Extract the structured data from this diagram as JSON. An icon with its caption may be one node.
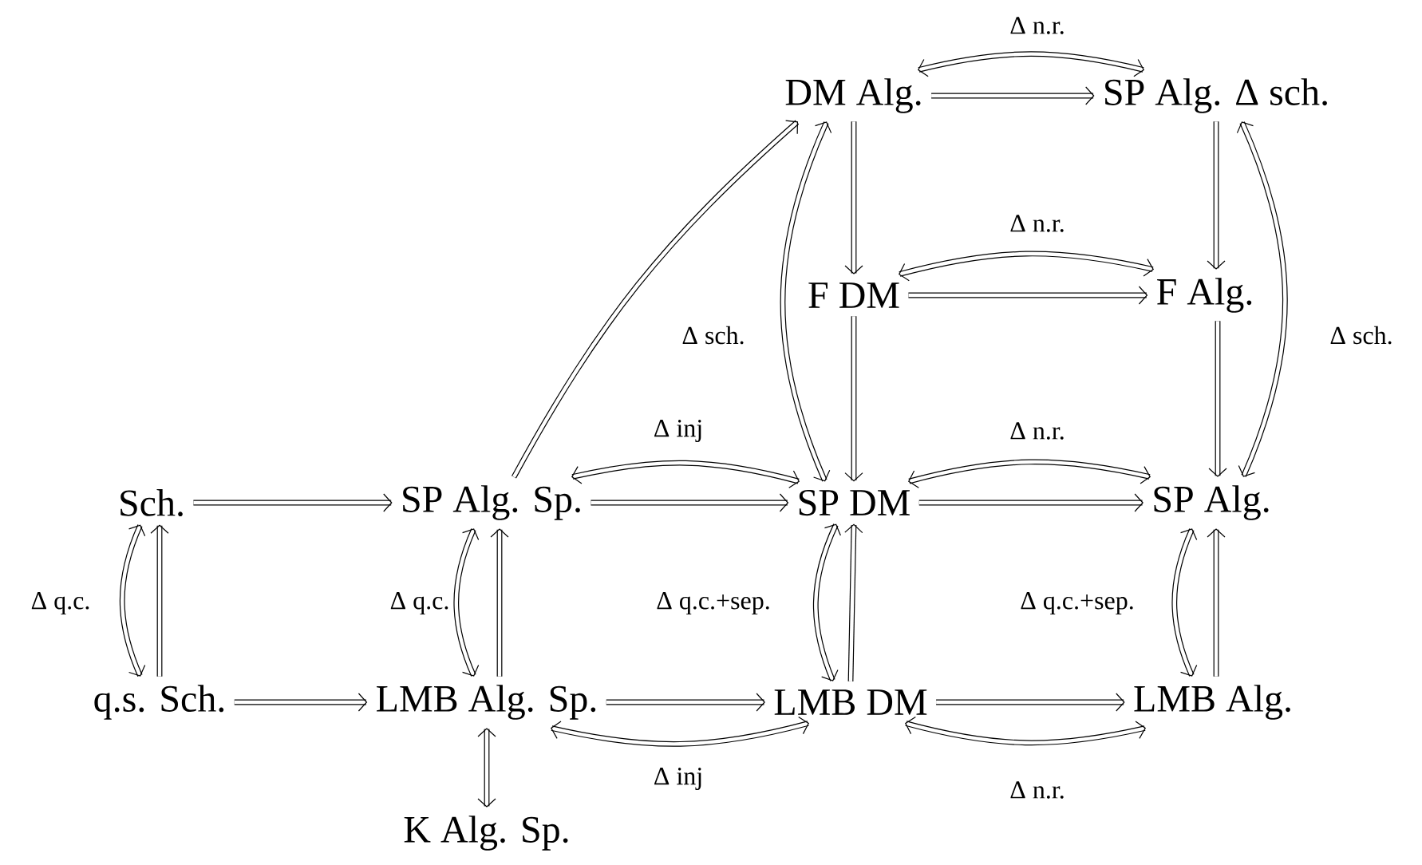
{
  "diagram": {
    "nodes": [
      {
        "text": [
          "DM Alg."
        ]
      },
      {
        "text": [
          "SP Alg. Δ sch."
        ]
      },
      {
        "text": [
          "F DM"
        ]
      },
      {
        "text": [
          "F Alg."
        ]
      },
      {
        "text": [
          "Sch."
        ]
      },
      {
        "text": [
          "SP Alg. Sp."
        ]
      },
      {
        "text": [
          "SP DM"
        ]
      },
      {
        "text": [
          "SP Alg."
        ]
      },
      {
        "text": [
          "q.s. Sch."
        ]
      },
      {
        "text": [
          "LMB Alg. Sp."
        ]
      },
      {
        "text": [
          "LMB DM"
        ]
      },
      {
        "text": [
          "LMB Alg."
        ]
      },
      {
        "text": [
          "K Alg. Sp."
        ]
      }
    ],
    "edges": [
      {
        "from": 0,
        "to": 1,
        "arrow": "to"
      },
      {
        "from": 0,
        "to": 1,
        "arrow": "both",
        "label": "Δ n.r."
      },
      {
        "from": 0,
        "to": 2,
        "arrow": "to"
      },
      {
        "from": 1,
        "to": 3,
        "arrow": "to"
      },
      {
        "from": 2,
        "to": 3,
        "arrow": "to"
      },
      {
        "from": 2,
        "to": 3,
        "arrow": "both",
        "label": "Δ n.r."
      },
      {
        "from": 2,
        "to": 6,
        "arrow": "to"
      },
      {
        "from": 3,
        "to": 7,
        "arrow": "to"
      },
      {
        "from": 6,
        "to": 0,
        "arrow": "both",
        "label": "Δ sch."
      },
      {
        "from": 7,
        "to": 1,
        "arrow": "both",
        "label": "Δ sch."
      },
      {
        "from": 5,
        "to": 0,
        "arrow": "to"
      },
      {
        "from": 4,
        "to": 5,
        "arrow": "to"
      },
      {
        "from": 5,
        "to": 6,
        "arrow": "to"
      },
      {
        "from": 5,
        "to": 6,
        "arrow": "both",
        "label": "Δ inj"
      },
      {
        "from": 6,
        "to": 7,
        "arrow": "to"
      },
      {
        "from": 6,
        "to": 7,
        "arrow": "both",
        "label": "Δ n.r."
      },
      {
        "from": 8,
        "to": 4,
        "arrow": "to"
      },
      {
        "from": 4,
        "to": 8,
        "arrow": "both",
        "label": "Δ q.c."
      },
      {
        "from": 9,
        "to": 5,
        "arrow": "to"
      },
      {
        "from": 5,
        "to": 9,
        "arrow": "both",
        "label": "Δ q.c."
      },
      {
        "from": 10,
        "to": 6,
        "arrow": "to"
      },
      {
        "from": 6,
        "to": 10,
        "arrow": "both",
        "label": "Δ q.c.+sep."
      },
      {
        "from": 11,
        "to": 7,
        "arrow": "to"
      },
      {
        "from": 7,
        "to": 11,
        "arrow": "both",
        "label": "Δ q.c.+sep."
      },
      {
        "from": 8,
        "to": 9,
        "arrow": "to"
      },
      {
        "from": 9,
        "to": 10,
        "arrow": "to"
      },
      {
        "from": 10,
        "to": 11,
        "arrow": "to"
      },
      {
        "from": 9,
        "to": 10,
        "arrow": "both",
        "label": "Δ inj"
      },
      {
        "from": 10,
        "to": 11,
        "arrow": "both",
        "label": "Δ n.r."
      },
      {
        "from": 9,
        "to": 12,
        "arrow": "both"
      }
    ]
  }
}
